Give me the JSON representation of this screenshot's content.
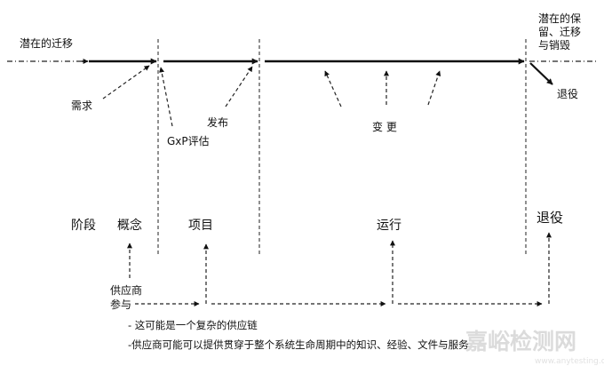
{
  "labels": {
    "potential_migration": "潜在的迁移",
    "potential_retention_l1": "潜在的保",
    "potential_retention_l2": "留、迁移",
    "potential_retention_l3": "与销毁",
    "retirement_arrow": "退役",
    "requirement": "需求",
    "release": "发布",
    "gxp_assessment": "GxP评估",
    "change": "变 更"
  },
  "phases": {
    "phase_label": "阶段",
    "concept": "概念",
    "project": "项目",
    "operation": "运行",
    "retirement": "退役"
  },
  "supplier": {
    "line1": "供应商",
    "line2": "参与"
  },
  "notes": [
    "- 这可能是一个复杂的供应链",
    "-供应商可能可以提供贯穿于整个系统生命周期中的知识、经验、文件与服务"
  ],
  "watermark": {
    "text": "嘉峪检测网",
    "sub": "www.anytesting.com"
  }
}
